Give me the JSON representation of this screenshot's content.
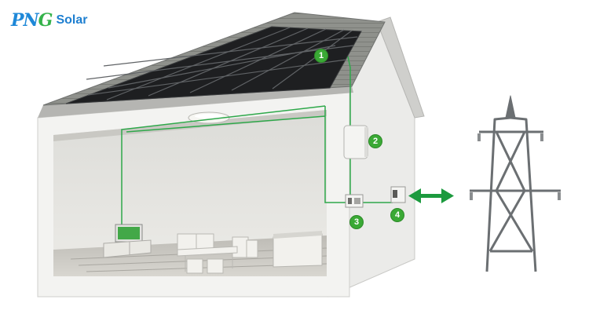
{
  "brand": {
    "mark_prefix": "PN",
    "mark_suffix": "G",
    "name": "Solar"
  },
  "components": [
    {
      "number": "1",
      "icon": "solar-panel-array-icon"
    },
    {
      "number": "2",
      "icon": "inverter-icon"
    },
    {
      "number": "3",
      "icon": "distribution-box-icon"
    },
    {
      "number": "4",
      "icon": "bidirectional-meter-icon"
    }
  ],
  "colors": {
    "wire": "#2ea84a",
    "badge": "#3aa935",
    "brand_blue": "#1e88d8",
    "brand_green": "#34b24a",
    "arrow": "#1c9a3e",
    "roof_tile": "#8f918c",
    "panel": "#1e1f21",
    "pylon": "#6b6f72"
  },
  "extra_icons": [
    "ceiling-light-icon",
    "tv-icon",
    "dining-table-icon",
    "kitchen-counter-icon",
    "power-grid-pylon-icon",
    "two-way-arrow-icon"
  ]
}
